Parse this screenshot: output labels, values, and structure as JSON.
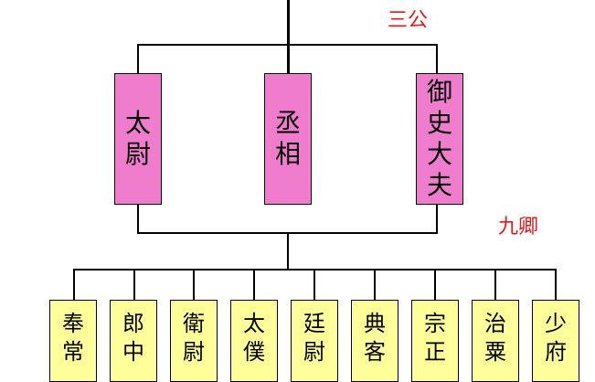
{
  "labels": {
    "top_group": "三公",
    "bottom_group": "九卿"
  },
  "colors": {
    "top_box_fill": "#f07ccd",
    "bottom_box_fill": "#ffff99",
    "label_red": "#e01818"
  },
  "sangong": [
    {
      "chars": [
        "太",
        "尉"
      ]
    },
    {
      "chars": [
        "丞",
        "相"
      ]
    },
    {
      "chars": [
        "御",
        "史",
        "大",
        "夫"
      ]
    }
  ],
  "jiuqing": [
    {
      "chars": [
        "奉",
        "常"
      ]
    },
    {
      "chars": [
        "郎",
        "中"
      ]
    },
    {
      "chars": [
        "衛",
        "尉"
      ]
    },
    {
      "chars": [
        "太",
        "僕"
      ]
    },
    {
      "chars": [
        "廷",
        "尉"
      ]
    },
    {
      "chars": [
        "典",
        "客"
      ]
    },
    {
      "chars": [
        "宗",
        "正"
      ]
    },
    {
      "chars": [
        "治",
        "粟"
      ]
    },
    {
      "chars": [
        "少",
        "府"
      ]
    }
  ]
}
